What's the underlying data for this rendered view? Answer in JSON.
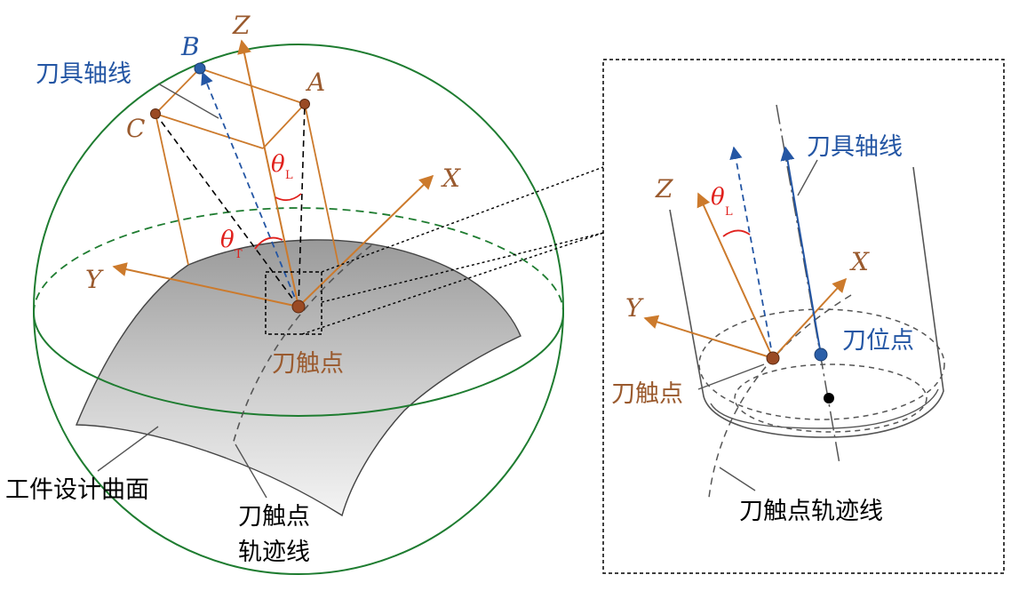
{
  "colors": {
    "axis": "#cc7a2c",
    "axis_text": "#9a5a2e",
    "blue": "#2456a4",
    "red": "#e0201c",
    "green": "#1e7c30",
    "gray": "#555555",
    "black": "#000000"
  },
  "left": {
    "point_B": "B",
    "point_A": "A",
    "point_C": "C",
    "axis_Z": "Z",
    "axis_X": "X",
    "axis_Y": "Y",
    "theta_L": "θ",
    "theta_L_sub": "L",
    "theta_T": "θ",
    "theta_T_sub": "T",
    "tool_axis_label": "刀具轴线",
    "contact_point_label": "刀触点",
    "surface_label": "工件设计曲面",
    "trajectory_label_1": "刀触点",
    "trajectory_label_2": "轨迹线"
  },
  "right": {
    "axis_Z": "Z",
    "axis_X": "X",
    "axis_Y": "Y",
    "theta_L": "θ",
    "theta_L_sub": "L",
    "tool_axis_label": "刀具轴线",
    "tool_position_label": "刀位点",
    "contact_point_label": "刀触点",
    "trajectory_label": "刀触点轨迹线"
  }
}
